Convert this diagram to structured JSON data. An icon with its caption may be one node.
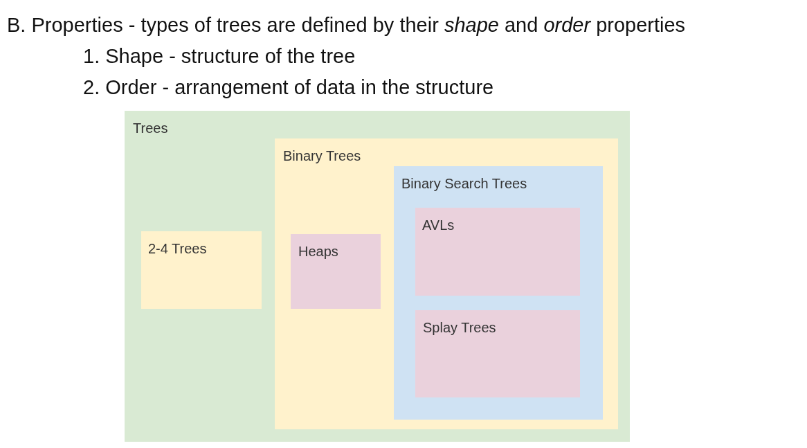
{
  "diagram": {
    "title": "B. Properties - types of trees are defined by their *shape* and *order* properties",
    "nodes": [
      {
        "text": [
          "Trees"
        ]
      },
      {
        "text": [
          "Binary Trees"
        ],
        "in": 0
      },
      {
        "text": [
          "Binary Search Trees"
        ],
        "in": 1
      },
      {
        "text": [
          "AVLs"
        ],
        "in": 2
      },
      {
        "text": [
          "Splay Trees"
        ],
        "in": 2
      },
      {
        "text": [
          "2-4 Trees"
        ],
        "in": 0
      },
      {
        "text": [
          "Heaps"
        ],
        "in": 1
      }
    ],
    "labels": [
      "1. Shape - structure of the tree",
      "2. Order - arrangement of data in the structure"
    ]
  }
}
